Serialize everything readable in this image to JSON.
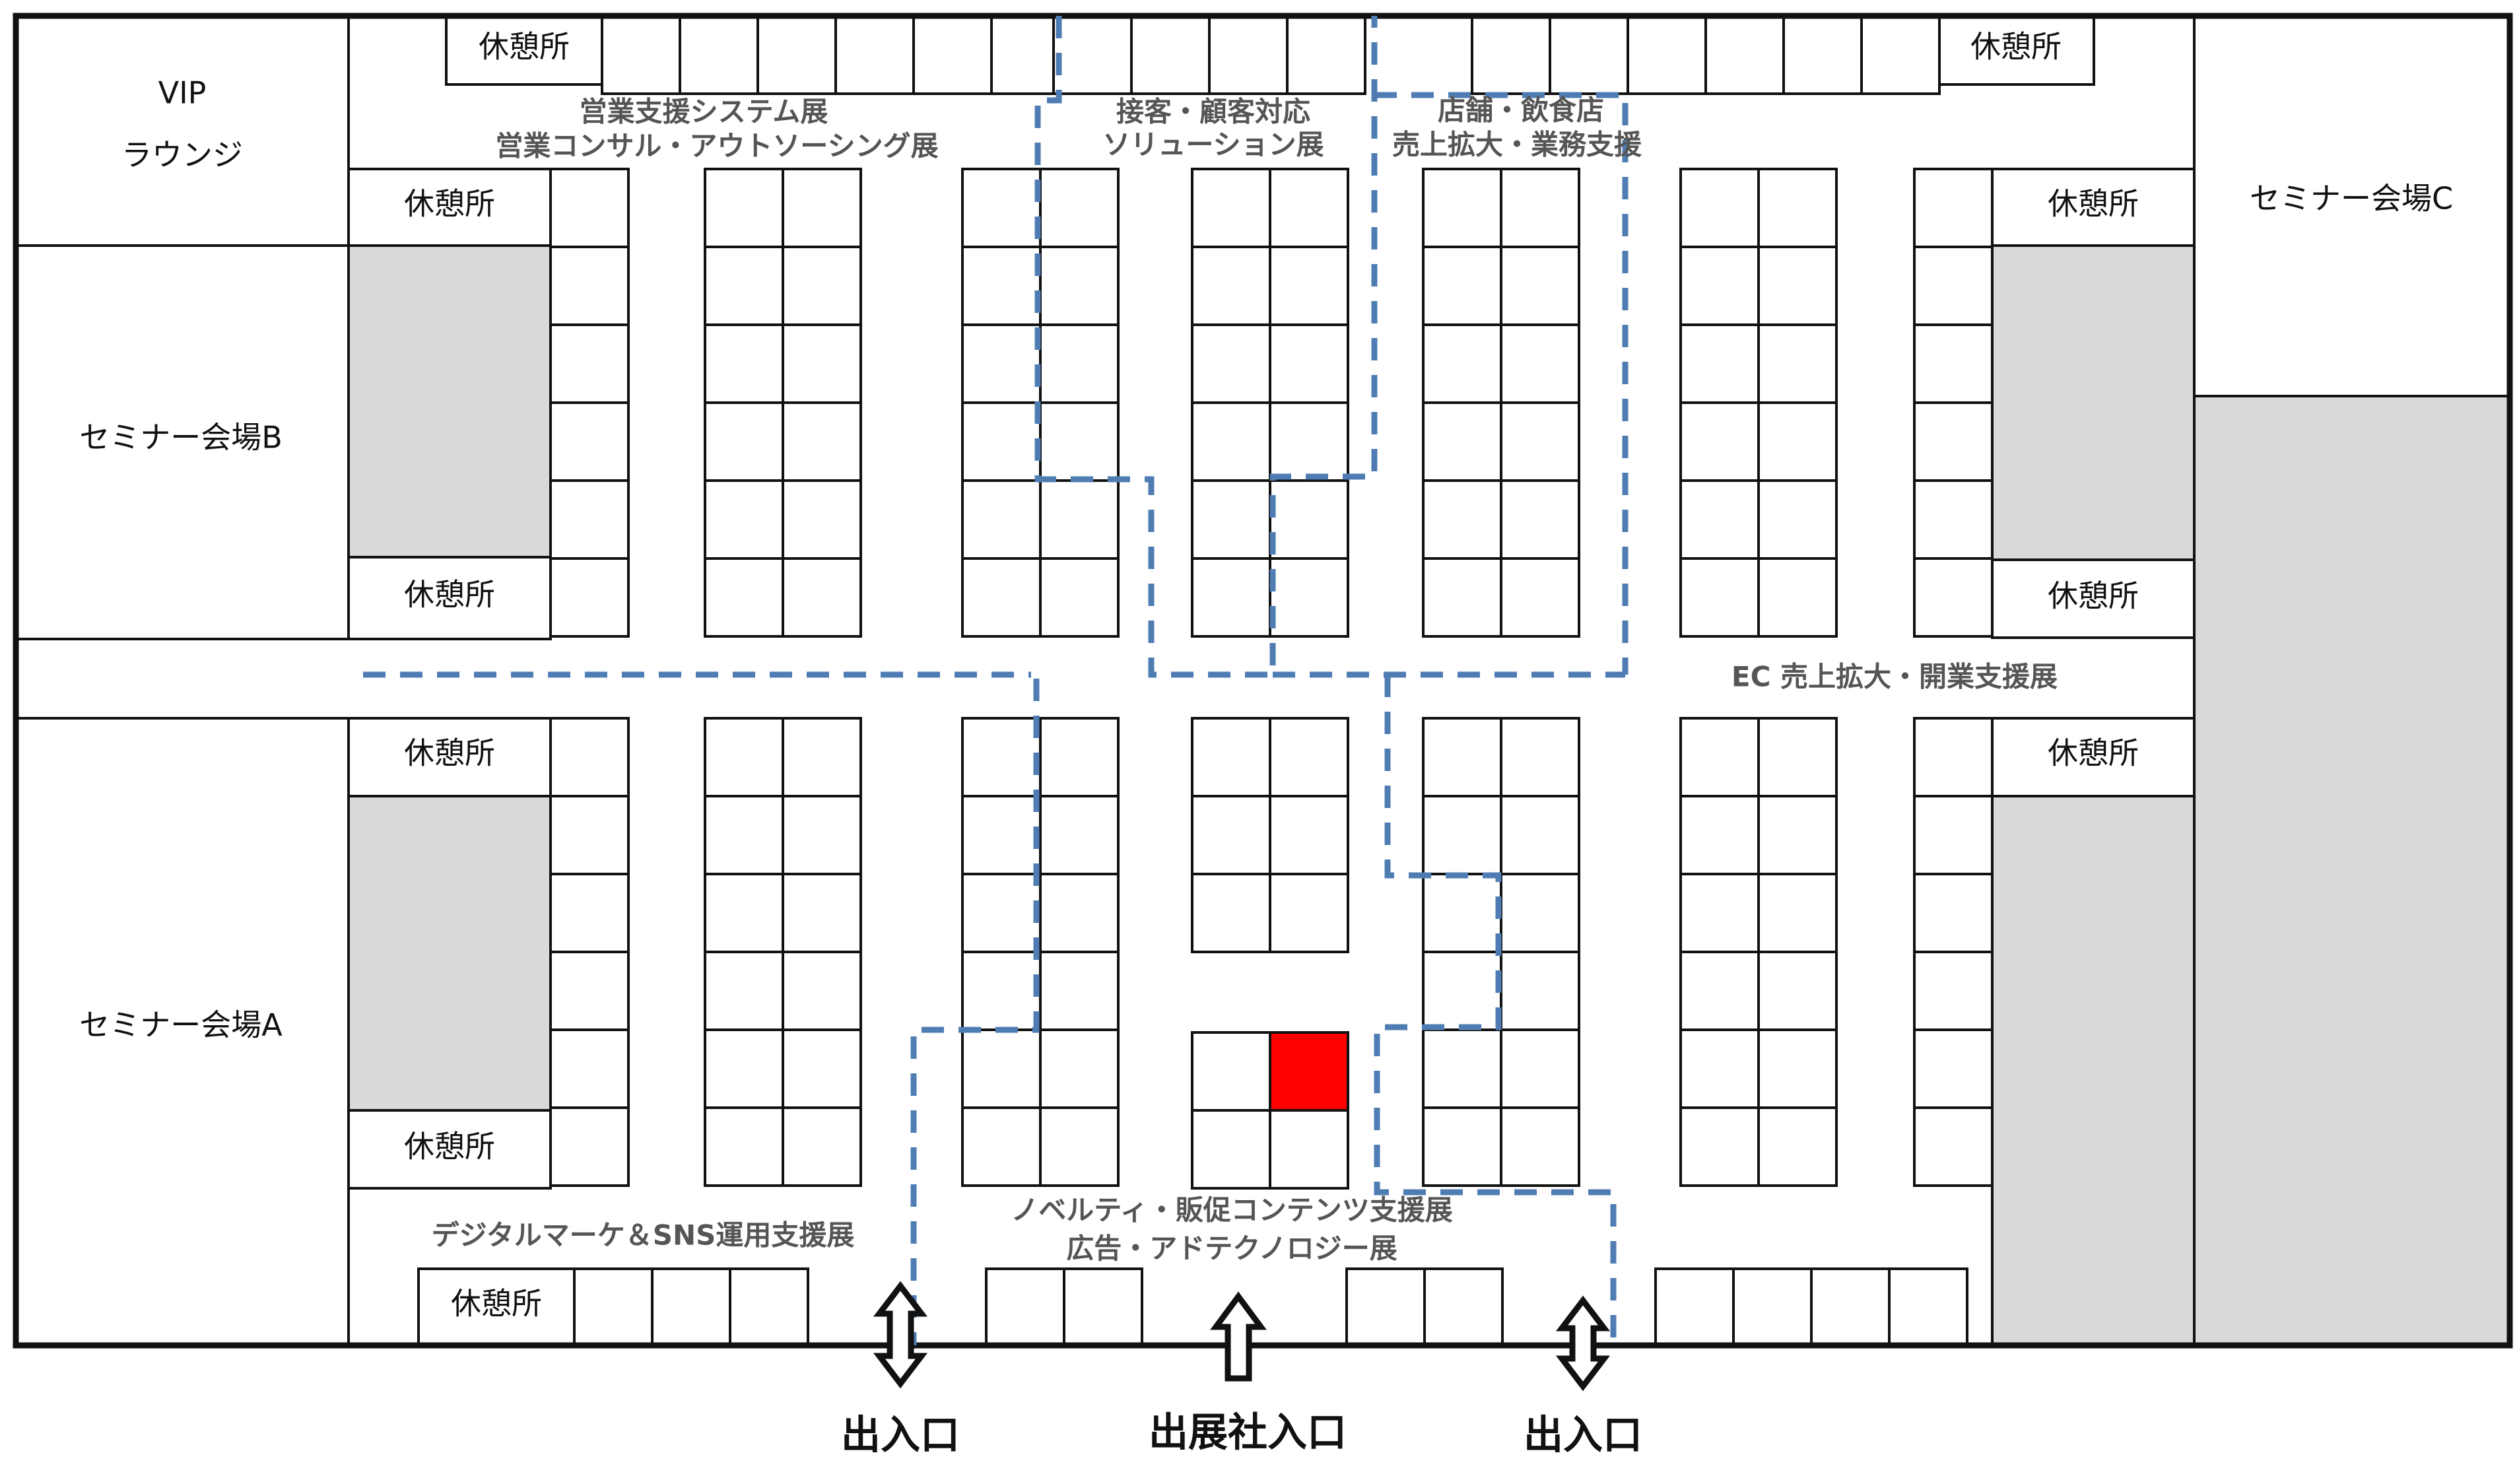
{
  "rooms": {
    "vip_line1": "VIP",
    "vip_line2": "ラウンジ",
    "seminar_a": "セミナー会場A",
    "seminar_b": "セミナー会場B",
    "seminar_c": "セミナー会場C"
  },
  "rest_label": "休憩所",
  "zones": {
    "sales_support_1": "営業支援システム展",
    "sales_support_2": "営業コンサル・アウトソーシング展",
    "customer_1": "接客・顧客対応",
    "customer_2": "ソリューション展",
    "store_1": "店舗・飲食店",
    "store_2": "売上拡大・業務支援",
    "ec": "EC 売上拡大・開業支援展",
    "novelty_1": "ノベルティ・販促コンテンツ支援展",
    "novelty_2": "広告・アドテクノロジー展",
    "digital": "デジタルマーケ＆SNS運用支援展"
  },
  "entrances": {
    "left": "出入口",
    "center": "出展社入口",
    "right": "出入口"
  },
  "colors": {
    "route": "#4f7db3",
    "highlight_booth": "#ff0000",
    "seminar_fill": "#d9d9d9"
  }
}
